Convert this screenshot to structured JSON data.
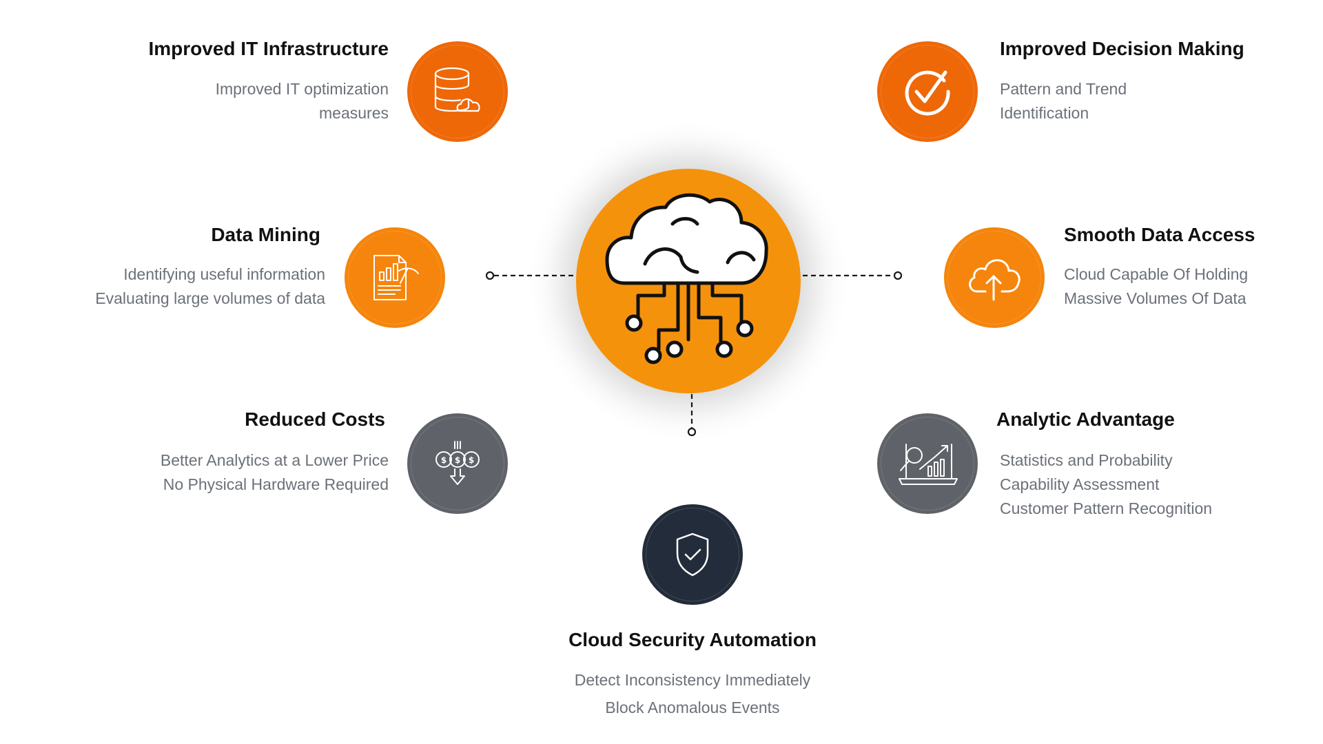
{
  "colors": {
    "orange_dark": "#ee6808",
    "orange": "#f5850c",
    "center_orange": "#f5920c",
    "gray": "#5f6369",
    "navy": "#232c3b"
  },
  "center": {
    "icon": "cloud-circuit-icon"
  },
  "nodes": {
    "infrastructure": {
      "icon": "database-cloud-icon",
      "title": "Improved IT Infrastructure",
      "lines": [
        "Improved IT optimization",
        "measures"
      ]
    },
    "decision": {
      "icon": "checkmark-circle-icon",
      "title": "Improved Decision Making",
      "lines": [
        "Pattern and Trend",
        "Identification"
      ]
    },
    "mining": {
      "icon": "chart-pickaxe-icon",
      "title": "Data Mining",
      "lines": [
        "Identifying useful information",
        "Evaluating large volumes of data"
      ]
    },
    "access": {
      "icon": "cloud-upload-icon",
      "title": "Smooth Data Access",
      "lines": [
        "Cloud Capable Of Holding",
        "Massive Volumes Of Data"
      ]
    },
    "costs": {
      "icon": "dollar-coins-down-icon",
      "title": "Reduced Costs",
      "lines": [
        "Better Analytics at a Lower Price",
        "No Physical Hardware Required"
      ]
    },
    "analytic": {
      "icon": "analytics-chart-icon",
      "title": "Analytic Advantage",
      "lines": [
        "Statistics and Probability",
        "Capability Assessment",
        "Customer Pattern Recognition"
      ]
    },
    "security": {
      "icon": "shield-check-icon",
      "title": "Cloud Security Automation",
      "lines": [
        "Detect Inconsistency Immediately",
        "Block Anomalous Events"
      ]
    }
  }
}
